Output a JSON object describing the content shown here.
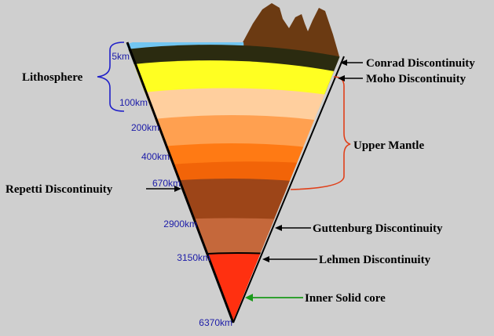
{
  "colors": {
    "background": "#cfcfcf",
    "ocean": "#72c6f2",
    "mountain": "#6b3a12",
    "crust": "#2b2b10",
    "lithosphere_mantle": "#ffff22",
    "layer_1": "#ffcf9e",
    "layer_2": "#ffa050",
    "layer_3": "#ff7a14",
    "layer_4": "#f26408",
    "layer_5": "#9d4518",
    "layer_6": "#c5683b",
    "inner_core": "#ff3010",
    "depth_text": "#1c1ca8",
    "brace_blue": "#2020c8",
    "brace_red": "#e0401a",
    "pointer_green": "#1a9a1a"
  },
  "depths": {
    "d5": "5km",
    "d100": "100km",
    "d200": "200km",
    "d400": "400km",
    "d670": "670km",
    "d2900": "2900km",
    "d3150": "3150km",
    "d6370": "6370km"
  },
  "labels": {
    "lithosphere": "Lithosphere",
    "conrad": "Conrad Discontinuity",
    "moho": "Moho Discontinuity",
    "upper_mantle": "Upper Mantle",
    "repetti": "Repetti Discontinuity",
    "guttenburg": "Guttenburg Discontinuity",
    "lehmen": "Lehmen Discontinuity",
    "inner_core": "Inner Solid core"
  }
}
